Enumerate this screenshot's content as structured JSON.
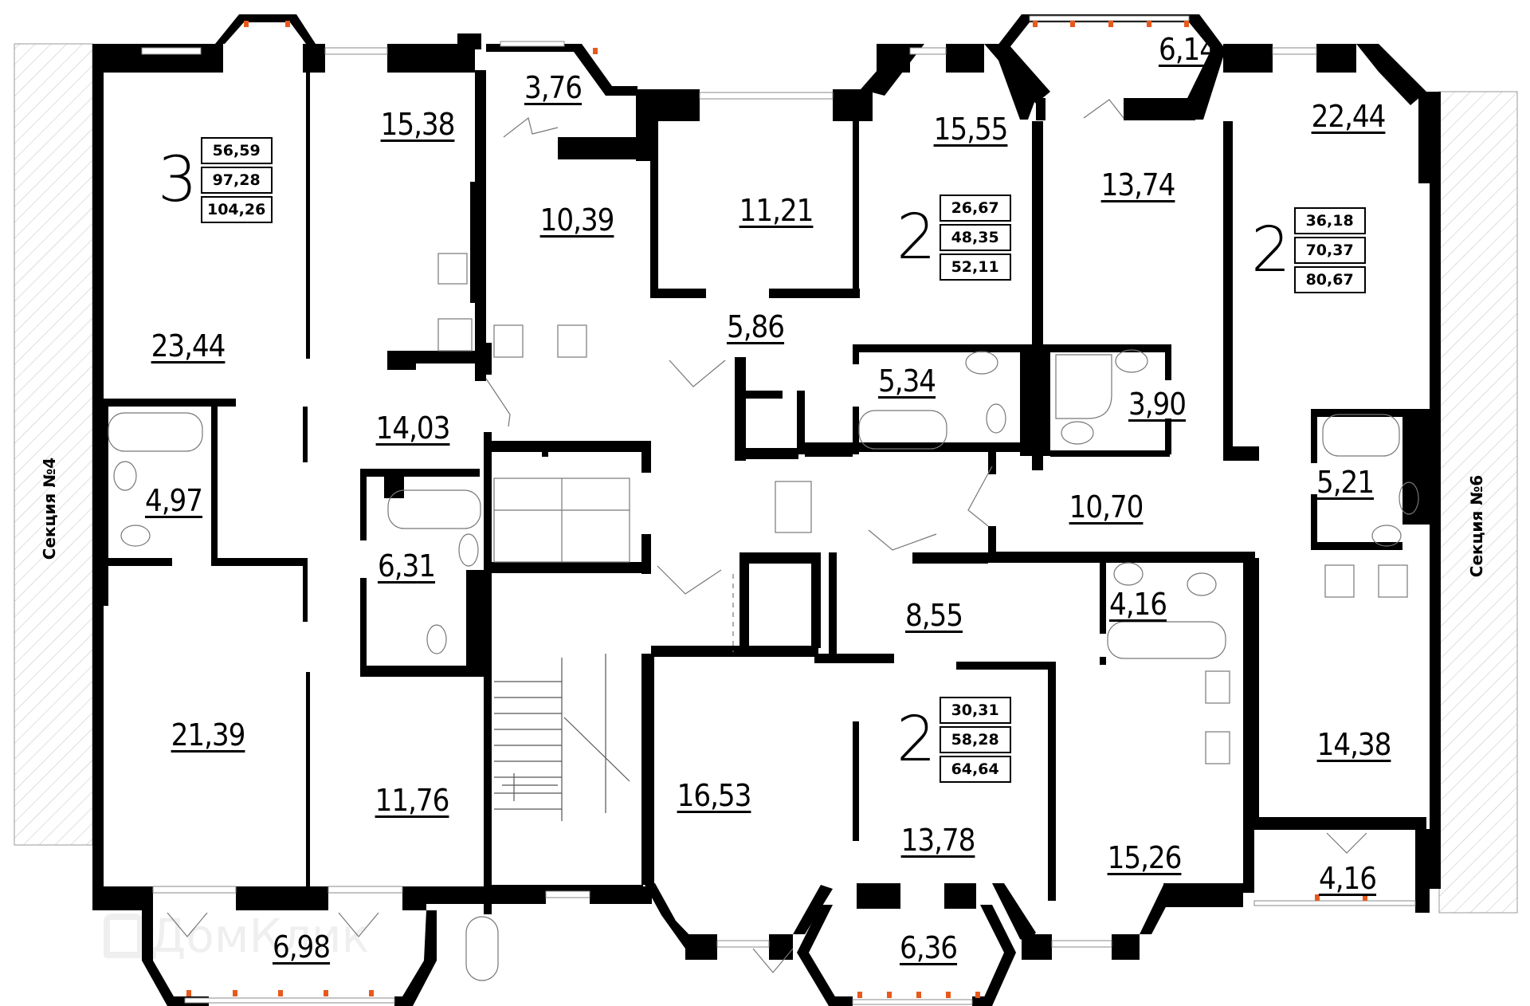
{
  "plan": {
    "sections": [
      {
        "label": "Секция №4",
        "side": "left"
      },
      {
        "label": "Секция №6",
        "side": "right"
      }
    ],
    "apartments": [
      {
        "rooms": "3",
        "living_area": "56,59",
        "total_area": "97,28",
        "total_with_balcony": "104,26"
      },
      {
        "rooms": "2",
        "living_area": "26,67",
        "total_area": "48,35",
        "total_with_balcony": "52,11"
      },
      {
        "rooms": "2",
        "living_area": "36,18",
        "total_area": "70,37",
        "total_with_balcony": "80,67"
      },
      {
        "rooms": "2",
        "living_area": "30,31",
        "total_area": "58,28",
        "total_with_balcony": "64,64"
      }
    ],
    "rooms": [
      {
        "id": "r1",
        "area": "23,44"
      },
      {
        "id": "r2",
        "area": "15,38"
      },
      {
        "id": "r3",
        "area": "3,76"
      },
      {
        "id": "r4",
        "area": "10,39"
      },
      {
        "id": "r5",
        "area": "11,21"
      },
      {
        "id": "r6",
        "area": "15,55"
      },
      {
        "id": "r7",
        "area": "6,14"
      },
      {
        "id": "r8",
        "area": "13,74"
      },
      {
        "id": "r9",
        "area": "22,44"
      },
      {
        "id": "r10",
        "area": "5,86"
      },
      {
        "id": "r11",
        "area": "14,03"
      },
      {
        "id": "r12",
        "area": "5,34"
      },
      {
        "id": "r13",
        "area": "3,90"
      },
      {
        "id": "r14",
        "area": "4,97"
      },
      {
        "id": "r15",
        "area": "6,31"
      },
      {
        "id": "r16",
        "area": "10,70"
      },
      {
        "id": "r17",
        "area": "5,21"
      },
      {
        "id": "r18",
        "area": "8,55"
      },
      {
        "id": "r19",
        "area": "4,16"
      },
      {
        "id": "r20",
        "area": "21,39"
      },
      {
        "id": "r21",
        "area": "11,76"
      },
      {
        "id": "r22",
        "area": "16,53"
      },
      {
        "id": "r23",
        "area": "13,78"
      },
      {
        "id": "r24",
        "area": "14,38"
      },
      {
        "id": "r25",
        "area": "15,26"
      },
      {
        "id": "r26",
        "area": "4,16"
      },
      {
        "id": "r27",
        "area": "6,98"
      },
      {
        "id": "r28",
        "area": "6,36"
      }
    ],
    "watermark": "ДомКлик",
    "colors": {
      "wall": "#000000",
      "window_post": "#e8591c",
      "hatch": "#b0b0b0",
      "background": "#ffffff"
    }
  }
}
